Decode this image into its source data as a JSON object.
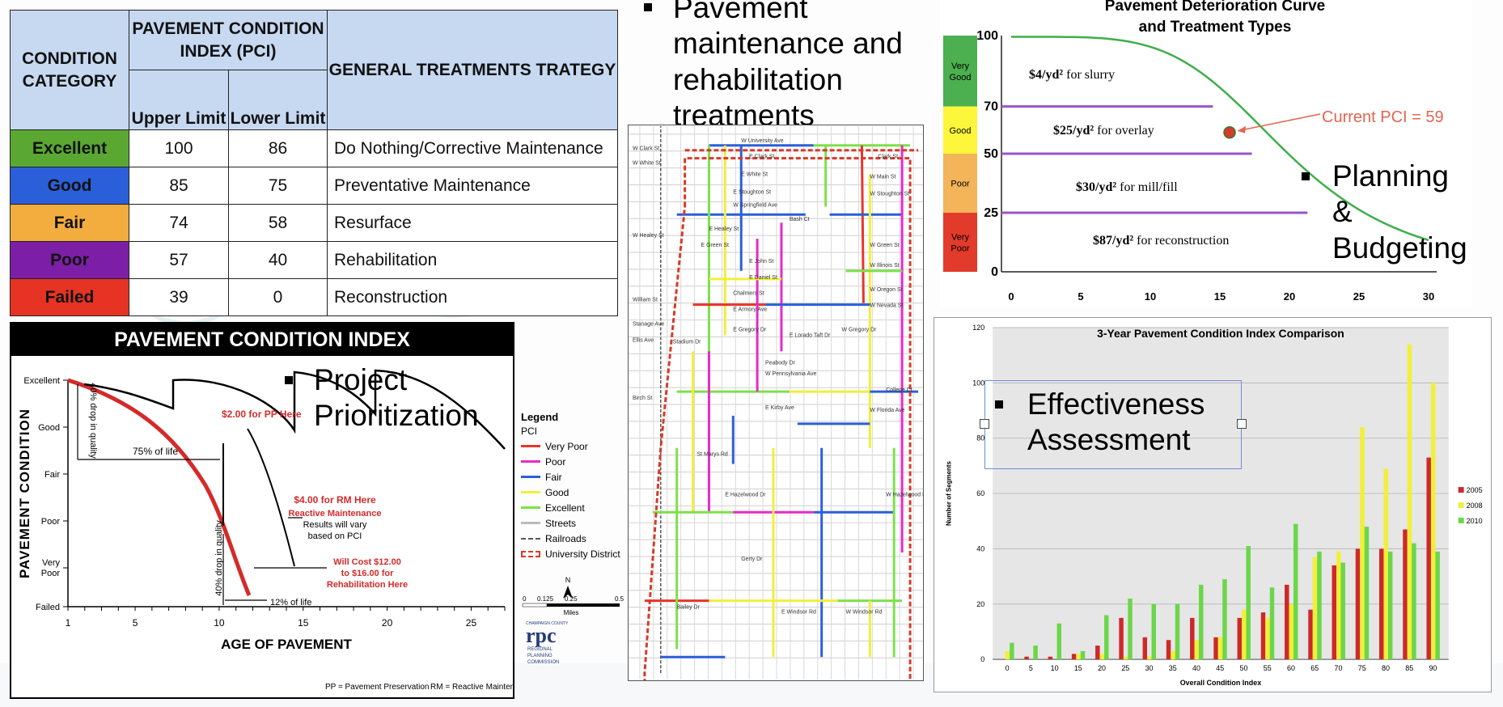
{
  "table": {
    "headers": {
      "condition_category": "CONDITION CATEGORY",
      "pci": "PAVEMENT CONDITION INDEX (PCI)",
      "upper": "Upper Limit",
      "lower": "Lower Limit",
      "strategy": "GENERAL TREATMENTS TRATEGY"
    },
    "rows": [
      {
        "category": "Excellent",
        "color": "#5aa832",
        "upper": "100",
        "lower": "86",
        "treatment": "Do Nothing/Corrective Maintenance"
      },
      {
        "category": "Good",
        "color": "#2b5fd9",
        "upper": "85",
        "lower": "75",
        "treatment": "Preventative Maintenance"
      },
      {
        "category": "Fair",
        "color": "#f3ad3e",
        "upper": "74",
        "lower": "58",
        "treatment": "Resurface"
      },
      {
        "category": "Poor",
        "color": "#7d1fa6",
        "upper": "57",
        "lower": "40",
        "treatment": "Rehabilitation"
      },
      {
        "category": "Failed",
        "color": "#e63323",
        "upper": "39",
        "lower": "0",
        "treatment": "Reconstruction"
      }
    ]
  },
  "pci_chart": {
    "title": "PAVEMENT CONDITION INDEX",
    "y_label": "PAVEMENT CONDITION",
    "x_label": "AGE OF PAVEMENT",
    "y_ticks": [
      "Excellent",
      "Good",
      "Fair",
      "Poor",
      "Very Poor",
      "Failed"
    ],
    "x_ticks": [
      "1",
      "5",
      "10",
      "15",
      "20",
      "25"
    ],
    "ann_pp": "$2.00 for PP Here",
    "ann_rm1": "$4.00 for RM Here",
    "ann_rm2": "Reactive Maintenance",
    "ann_rm3": "Results will vary",
    "ann_rm4": "based on PCI",
    "ann_cost1": "Will Cost $12.00",
    "ann_cost2": "to $16.00 for",
    "ann_cost3": "Rehabilitation Here",
    "drop1": "40% drop in quality",
    "drop2": "40% drop in quality",
    "life75": "75% of life",
    "life12": "12% of life",
    "footer1": "PP = Pavement Preservation",
    "footer2": "RM = Reactive Maintenance"
  },
  "bullets": {
    "maintenance": [
      "Pavement",
      "maintenance and",
      "rehabilitation",
      "treatments"
    ],
    "prioritization": [
      "Project",
      "Prioritization"
    ],
    "planning": [
      "Planning",
      "&",
      "Budgeting"
    ],
    "effectiveness": [
      "Effectiveness",
      "Assessment"
    ]
  },
  "legend": {
    "title": "Legend",
    "subtitle": "PCI",
    "items": [
      {
        "label": "Very Poor",
        "color": "#e8352a"
      },
      {
        "label": "Poor",
        "color": "#e62bc8"
      },
      {
        "label": "Fair",
        "color": "#2b5fd9"
      },
      {
        "label": "Good",
        "color": "#f2ef3a"
      },
      {
        "label": "Excellent",
        "color": "#7ee04a"
      },
      {
        "label": "Streets",
        "color": "#bbbbbb"
      },
      {
        "label": "Railroads",
        "color": "#555555"
      },
      {
        "label": "University District",
        "color": "#d63a2a"
      }
    ],
    "north": "N",
    "scale_ticks": [
      "0",
      "0.125",
      "0.25",
      "0.5"
    ],
    "scale_unit": "Miles",
    "logo_small": "CHAMPAIGN COUNTY",
    "logo": "rpc",
    "logo_lines": [
      "REGIONAL",
      "PLANNING",
      "COMMISSION"
    ]
  },
  "map": {
    "street_labels": [
      "W University Ave",
      "E Clark St",
      "E White St",
      "E Stoughton St",
      "W Springfield Ave",
      "E Healey St",
      "E Green St",
      "E John St",
      "E Daniel St",
      "Chalmers St",
      "E Armory Ave",
      "E Gregory Dr",
      "E Lorado Taft Dr",
      "Peabody Dr",
      "W Pennsylvania Ave",
      "E Kirby Ave",
      "St Marys Rd",
      "E Hazelwood Dr",
      "Gerty Dr",
      "E Windsor Rd",
      "W Windsor Rd",
      "W Main St",
      "W Stoughton St",
      "W Green St",
      "W Illinois St",
      "W Oregon St",
      "W Nevada St",
      "W Gregory Dr",
      "W Florida Ave",
      "College Ct",
      "W Hazelwood Dr",
      "Stadium Dr",
      "Bailey Dr",
      "W Clark St",
      "W White St",
      "W Healey St",
      "William St",
      "Stanage Ave",
      "Ellis Ave",
      "Birch St",
      "Bash Ct",
      "Clark St"
    ]
  },
  "deterioration": {
    "title_line1": "Pavement Deterioration Curve",
    "title_line2": "and Treatment Types",
    "y_ticks": [
      "100",
      "70",
      "50",
      "25",
      "0"
    ],
    "x_ticks": [
      "0",
      "5",
      "10",
      "15",
      "20",
      "25",
      "30"
    ],
    "bands": [
      {
        "label": "Very Good",
        "color": "#4caf50"
      },
      {
        "label": "Good",
        "color": "#fdf63a"
      },
      {
        "label": "Poor",
        "color": "#f4b45a"
      },
      {
        "label": "Very Poor",
        "color": "#e23b2b"
      }
    ],
    "costs": [
      {
        "price": "$4/yd²",
        "text": "for slurry"
      },
      {
        "price": "$25/yd²",
        "text": "for overlay"
      },
      {
        "price": "$30/yd²",
        "text": "for mill/fill"
      },
      {
        "price": "$87/yd²",
        "text": "for reconstruction"
      }
    ],
    "current": "Current PCI = 59"
  },
  "chart_data": [
    {
      "type": "bar",
      "title": "3-Year Pavement Condition Index Comparison",
      "xlabel": "Overall Condition Index",
      "ylabel": "Number of Segments",
      "ylim": [
        0,
        120
      ],
      "y_ticks": [
        0,
        20,
        40,
        60,
        80,
        100,
        120
      ],
      "categories": [
        "0",
        "5",
        "10",
        "15",
        "20",
        "25",
        "30",
        "35",
        "40",
        "45",
        "50",
        "55",
        "60",
        "65",
        "70",
        "75",
        "80",
        "85",
        "90"
      ],
      "series": [
        {
          "name": "2005",
          "color": "#cc2a2a",
          "values": [
            0,
            1,
            1,
            2,
            5,
            15,
            8,
            7,
            15,
            8,
            15,
            17,
            27,
            18,
            34,
            40,
            40,
            47,
            73
          ]
        },
        {
          "name": "2008",
          "color": "#f2ef3a",
          "values": [
            3,
            0,
            0,
            2,
            2,
            1,
            1,
            3,
            7,
            8,
            18,
            15,
            20,
            37,
            39,
            84,
            69,
            114,
            100
          ]
        },
        {
          "name": "2010",
          "color": "#6cd649",
          "values": [
            6,
            5,
            13,
            3,
            16,
            22,
            20,
            20,
            27,
            29,
            41,
            26,
            49,
            39,
            35,
            48,
            39,
            42,
            39
          ]
        }
      ],
      "legend_position": "right",
      "grid": true
    }
  ]
}
